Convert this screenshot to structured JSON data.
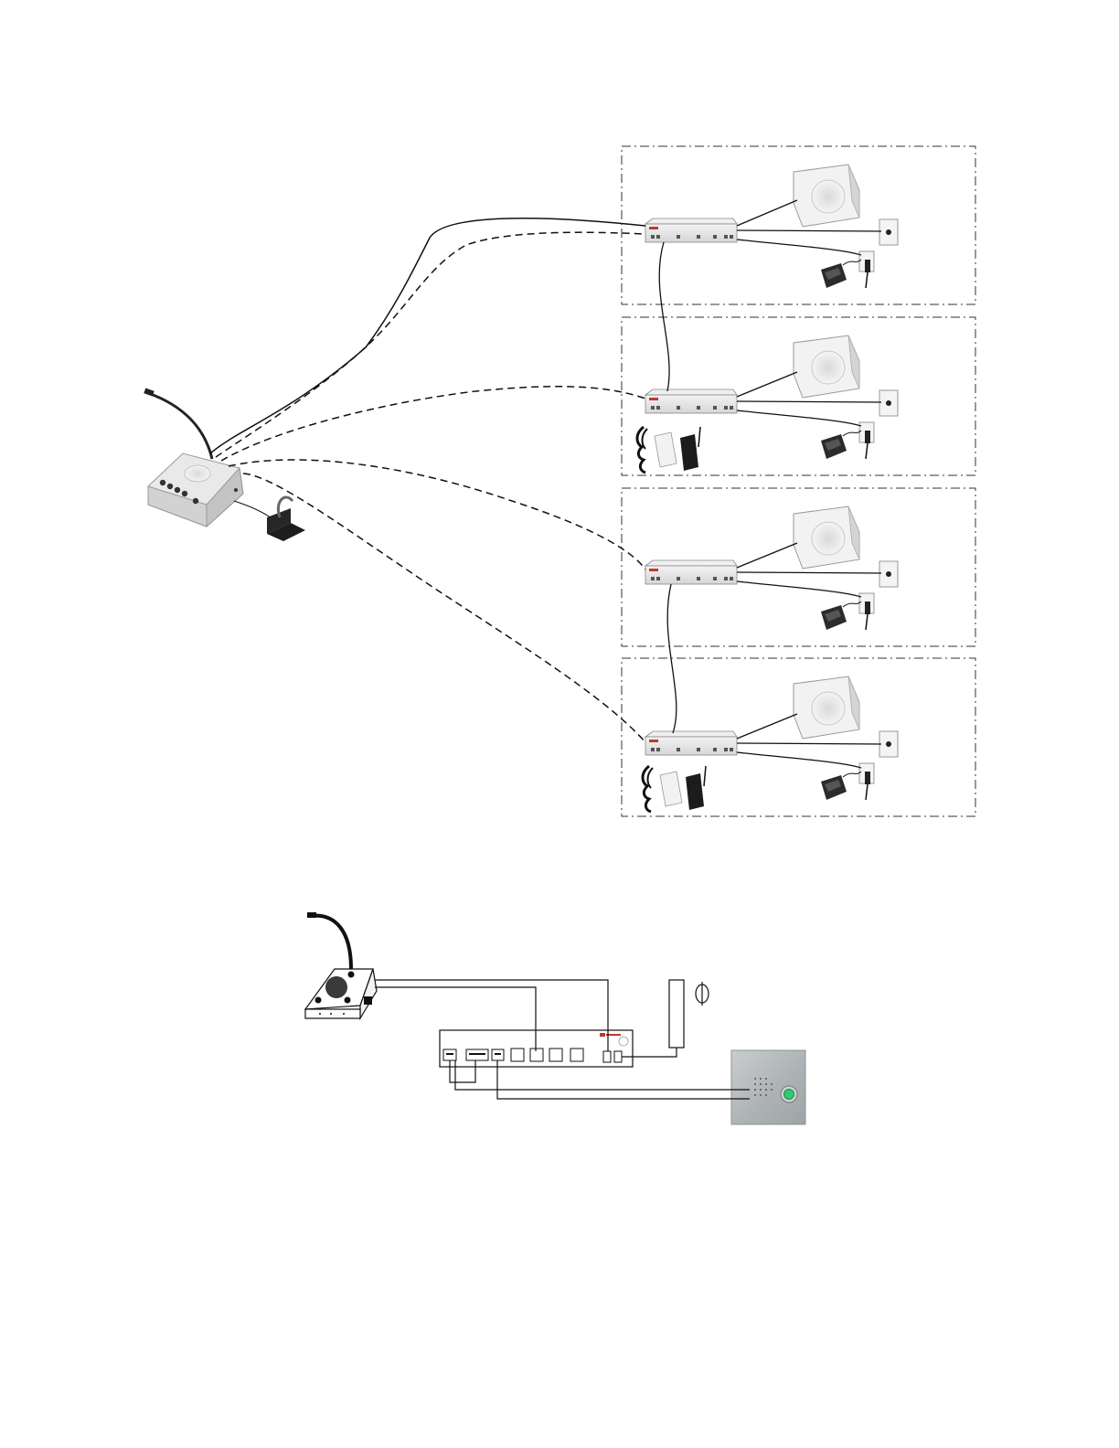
{
  "diagram": {
    "top_system": {
      "master_station": {
        "gooseneck_mic": "gooseneck-microphone",
        "buttons": 5,
        "headset": "wireless-headset-base"
      },
      "zones": [
        {
          "id": 1,
          "devices": [
            "interface-box",
            "wall-speaker",
            "wall-call-button",
            "foot-switch",
            "wall-jack"
          ],
          "has_power_supply": false
        },
        {
          "id": 2,
          "devices": [
            "interface-box",
            "wall-speaker",
            "wall-call-button",
            "foot-switch",
            "wall-jack"
          ],
          "has_power_supply": true
        },
        {
          "id": 3,
          "devices": [
            "interface-box",
            "wall-speaker",
            "wall-call-button",
            "foot-switch",
            "wall-jack"
          ],
          "has_power_supply": false
        },
        {
          "id": 4,
          "devices": [
            "interface-box",
            "wall-speaker",
            "wall-call-button",
            "foot-switch",
            "wall-jack"
          ],
          "has_power_supply": true
        }
      ],
      "links": [
        {
          "from": "master",
          "to": "zone-1",
          "style": "solid"
        },
        {
          "from": "master",
          "to": "zone-1",
          "style": "dashed"
        },
        {
          "from": "master",
          "to": "zone-2",
          "style": "dashed"
        },
        {
          "from": "master",
          "to": "zone-3",
          "style": "dashed"
        },
        {
          "from": "master",
          "to": "zone-4",
          "style": "dashed"
        },
        {
          "from": "zone-1",
          "to": "zone-2",
          "style": "solid"
        },
        {
          "from": "zone-3",
          "to": "zone-4",
          "style": "solid"
        }
      ]
    },
    "bottom_system": {
      "devices": [
        "desktop-master-station",
        "interface-unit",
        "power-supply",
        "ac-power-symbol",
        "stainless-door-station"
      ],
      "interface_ports": 10
    }
  },
  "colors": {
    "line": "#111111",
    "device_light": "#ececec",
    "device_shade": "#c9c9c9",
    "brand_red": "#c0392b",
    "steel": "#b8bcbf",
    "led_green": "#2ecc71"
  },
  "icons": [
    "gooseneck-microphone-icon",
    "speaker-icon",
    "call-button-icon",
    "foot-switch-icon",
    "power-adapter-icon",
    "ac-symbol-icon"
  ]
}
